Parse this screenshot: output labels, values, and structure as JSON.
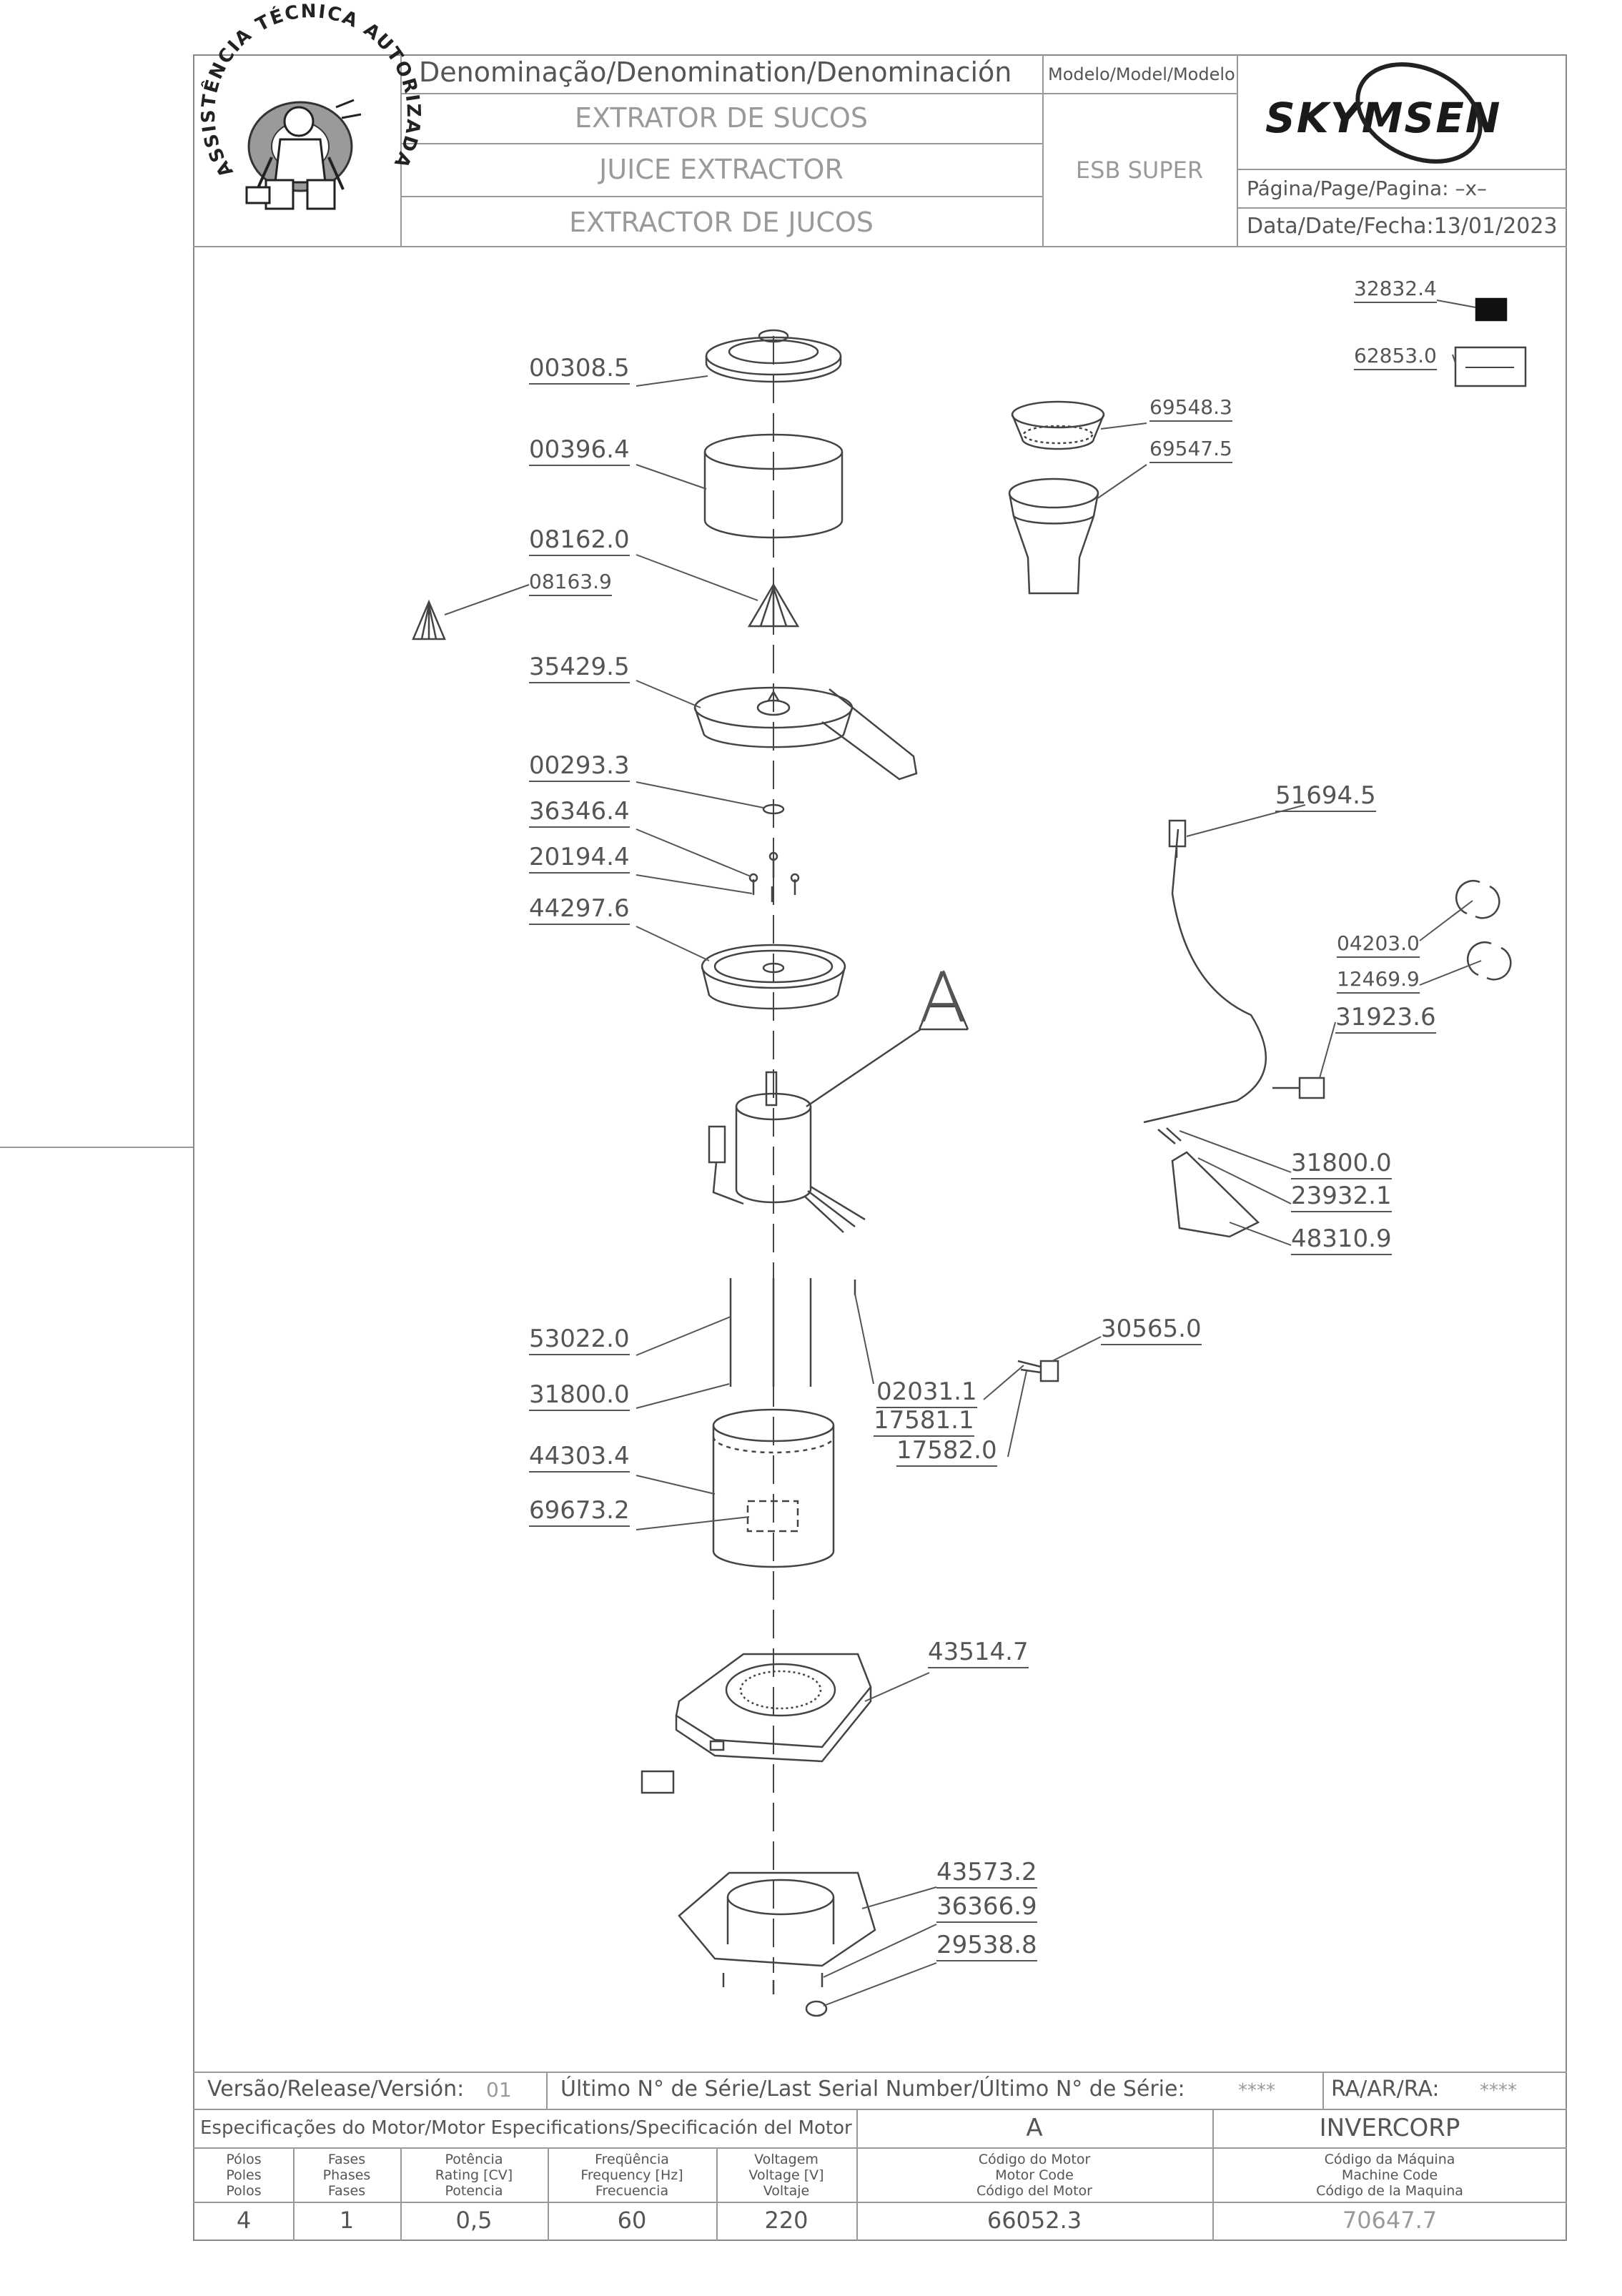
{
  "header": {
    "denomination_label": "Denominação/Denomination/Denominación",
    "model_label": "Modelo/Model/Modelo",
    "name_pt": "EXTRATOR DE SUCOS",
    "name_en": "JUICE EXTRACTOR",
    "name_es": "EXTRACTOR DE JUCOS",
    "model_value": "ESB SUPER",
    "brand": "SKYMSEN",
    "page_label": "Página/Page/Pagina:",
    "page_value": "–x–",
    "date_label": "Data/Date/Fecha:",
    "date_value": "13/01/2023",
    "logo_text": "ASSISTÊNCIA TÉCNICA AUTORIZADA"
  },
  "parts": {
    "p1": "32832.4",
    "p2": "62853.0",
    "p3": "00308.5",
    "p4": "69548.3",
    "p5": "69547.5",
    "p6": "00396.4",
    "p7": "08162.0",
    "p8": "08163.9",
    "p9": "35429.5",
    "p10": "00293.3",
    "p11": "36346.4",
    "p12": "20194.4",
    "p13": "44297.6",
    "p14": "51694.5",
    "p15": "04203.0",
    "p16": "12469.9",
    "p17": "31923.6",
    "p18": "31800.0",
    "p19": "23932.1",
    "p20": "48310.9",
    "p21": "30565.0",
    "p22": "53022.0",
    "p23": "31800.0",
    "p24": "02031.1",
    "p25": "17581.1",
    "p26": "17582.0",
    "p27": "44303.4",
    "p28": "69673.2",
    "p29": "43514.7",
    "p30": "43573.2",
    "p31": "36366.9",
    "p32": "29538.8",
    "detail_letter": "A"
  },
  "footer": {
    "version_label": "Versão/Release/Versión:",
    "version_value": "01",
    "serial_label": "Último N° de Série/Last Serial Number/Último N° de Série:",
    "serial_value": "****",
    "ra_label": "RA/AR/RA:",
    "ra_value": "****",
    "motor_spec_label": "Especificações do Motor/Motor Especifications/Specificación del Motor",
    "motor_letter": "A",
    "motor_maker": "INVERCORP",
    "col_poles": [
      "Pólos",
      "Poles",
      "Polos"
    ],
    "col_phases": [
      "Fases",
      "Phases",
      "Fases"
    ],
    "col_power": [
      "Potência",
      "Rating [CV]",
      "Potencia"
    ],
    "col_freq": [
      "Freqüência",
      "Frequency [Hz]",
      "Frecuencia"
    ],
    "col_volt": [
      "Voltagem",
      "Voltage [V]",
      "Voltaje"
    ],
    "col_motor_code": [
      "Código do Motor",
      "Motor Code",
      "Código del Motor"
    ],
    "col_machine_code": [
      "Código da Máquina",
      "Machine Code",
      "Código de la Maquina"
    ],
    "poles": "4",
    "phases": "1",
    "power": "0,5",
    "freq": "60",
    "volt": "220",
    "motor_code": "66052.3",
    "machine_code": "70647.7"
  }
}
